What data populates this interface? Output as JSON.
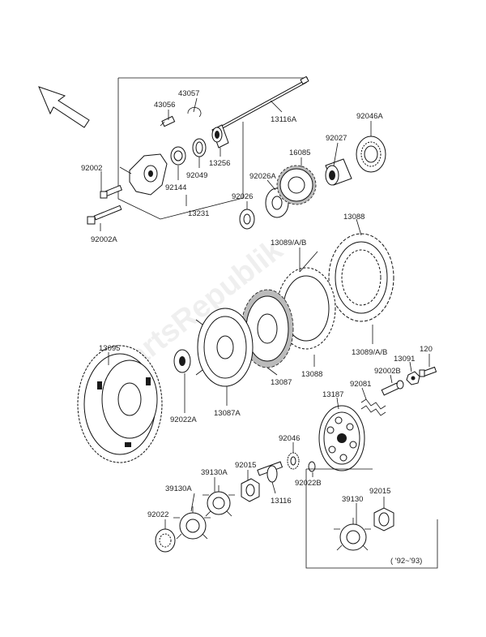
{
  "watermark": "PartsRepublik",
  "parts": {
    "p43057": "43057",
    "p43056": "43056",
    "p13116A": "13116A",
    "p92046A": "92046A",
    "p92002": "92002",
    "p92027": "92027",
    "p16085": "16085",
    "p92144": "92144",
    "p92049": "92049",
    "p13256": "13256",
    "p92026A": "92026A",
    "p92026": "92026",
    "p13231": "13231",
    "p92002A": "92002A",
    "p13088_top": "13088",
    "p13089AB_top": "13089/A/B",
    "p13095": "13095",
    "p13087": "13087",
    "p13088_mid": "13088",
    "p13089AB_right": "13089/A/B",
    "p13091": "13091",
    "p120": "120",
    "p92002B": "92002B",
    "p92081": "92081",
    "p13187": "13187",
    "p92022A": "92022A",
    "p13087A": "13087A",
    "p92046": "92046",
    "p92015": "92015",
    "p39130A": "39130A",
    "p39130A_2": "39130A",
    "p92022B": "92022B",
    "p13116": "13116",
    "p92022": "92022",
    "p39130": "39130",
    "p92015_inset": "92015",
    "inset_note": "( '92~'93)"
  }
}
